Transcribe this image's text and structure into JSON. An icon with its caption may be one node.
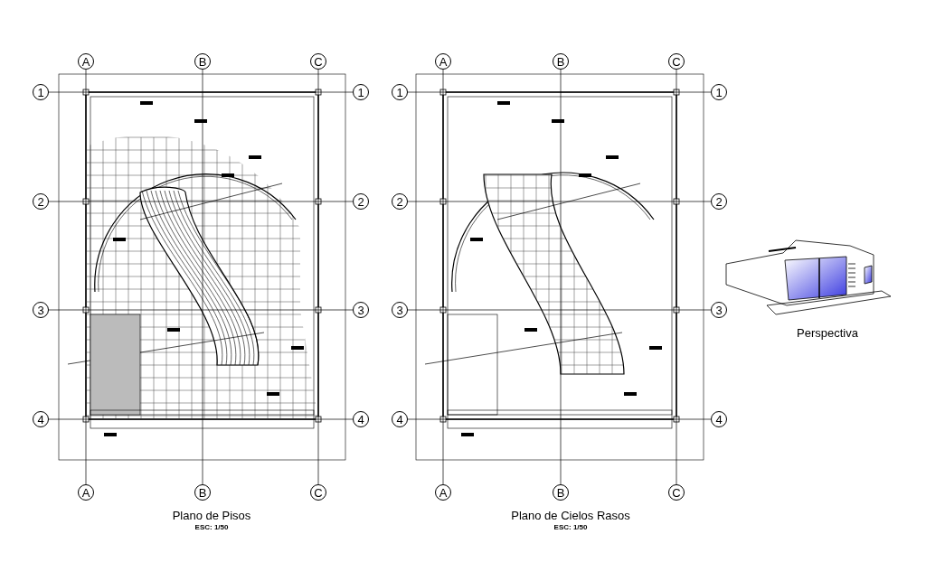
{
  "diagram": {
    "nodes": [
      {
        "text": [
          "A"
        ]
      },
      {
        "text": [
          "B"
        ]
      },
      {
        "text": [
          "C"
        ]
      },
      {
        "text": [
          "1"
        ]
      },
      {
        "text": [
          "1"
        ]
      },
      {
        "text": [
          "2"
        ]
      },
      {
        "text": [
          "2"
        ]
      },
      {
        "text": [
          "3"
        ]
      },
      {
        "text": [
          "3"
        ]
      },
      {
        "text": [
          "4"
        ]
      },
      {
        "text": [
          "4"
        ]
      },
      {
        "text": [
          "A"
        ]
      },
      {
        "text": [
          "B"
        ]
      },
      {
        "text": [
          "C"
        ]
      },
      {
        "text": [
          "A"
        ]
      },
      {
        "text": [
          "B"
        ]
      },
      {
        "text": [
          "C"
        ]
      },
      {
        "text": [
          "1"
        ]
      },
      {
        "text": [
          "1"
        ]
      },
      {
        "text": [
          "2"
        ]
      },
      {
        "text": [
          "2"
        ]
      },
      {
        "text": [
          "3"
        ]
      },
      {
        "text": [
          "3"
        ]
      },
      {
        "text": [
          "4"
        ]
      },
      {
        "text": [
          "4"
        ]
      },
      {
        "text": [
          "A"
        ]
      },
      {
        "text": [
          "B"
        ]
      },
      {
        "text": [
          "C"
        ]
      }
    ],
    "edges": [
      {
        "from": 0,
        "to": 11,
        "arrow": "none"
      },
      {
        "from": 1,
        "to": 12,
        "arrow": "none"
      },
      {
        "from": 2,
        "to": 13,
        "arrow": "none"
      },
      {
        "from": 3,
        "to": 4,
        "arrow": "none"
      },
      {
        "from": 5,
        "to": 6,
        "arrow": "none"
      },
      {
        "from": 7,
        "to": 8,
        "arrow": "none"
      },
      {
        "from": 9,
        "to": 10,
        "arrow": "none"
      },
      {
        "from": 14,
        "to": 25,
        "arrow": "none"
      },
      {
        "from": 15,
        "to": 26,
        "arrow": "none"
      },
      {
        "from": 16,
        "to": 27,
        "arrow": "none"
      },
      {
        "from": 17,
        "to": 18,
        "arrow": "none"
      },
      {
        "from": 19,
        "to": 20,
        "arrow": "none"
      },
      {
        "from": 21,
        "to": 22,
        "arrow": "none"
      },
      {
        "from": 23,
        "to": 24,
        "arrow": "none"
      }
    ],
    "labels": [
      "Plano de Pisos",
      "ESC: 1/50",
      "Plano de Cielos Rasos",
      "ESC: 1/50",
      "Perspectiva"
    ]
  }
}
